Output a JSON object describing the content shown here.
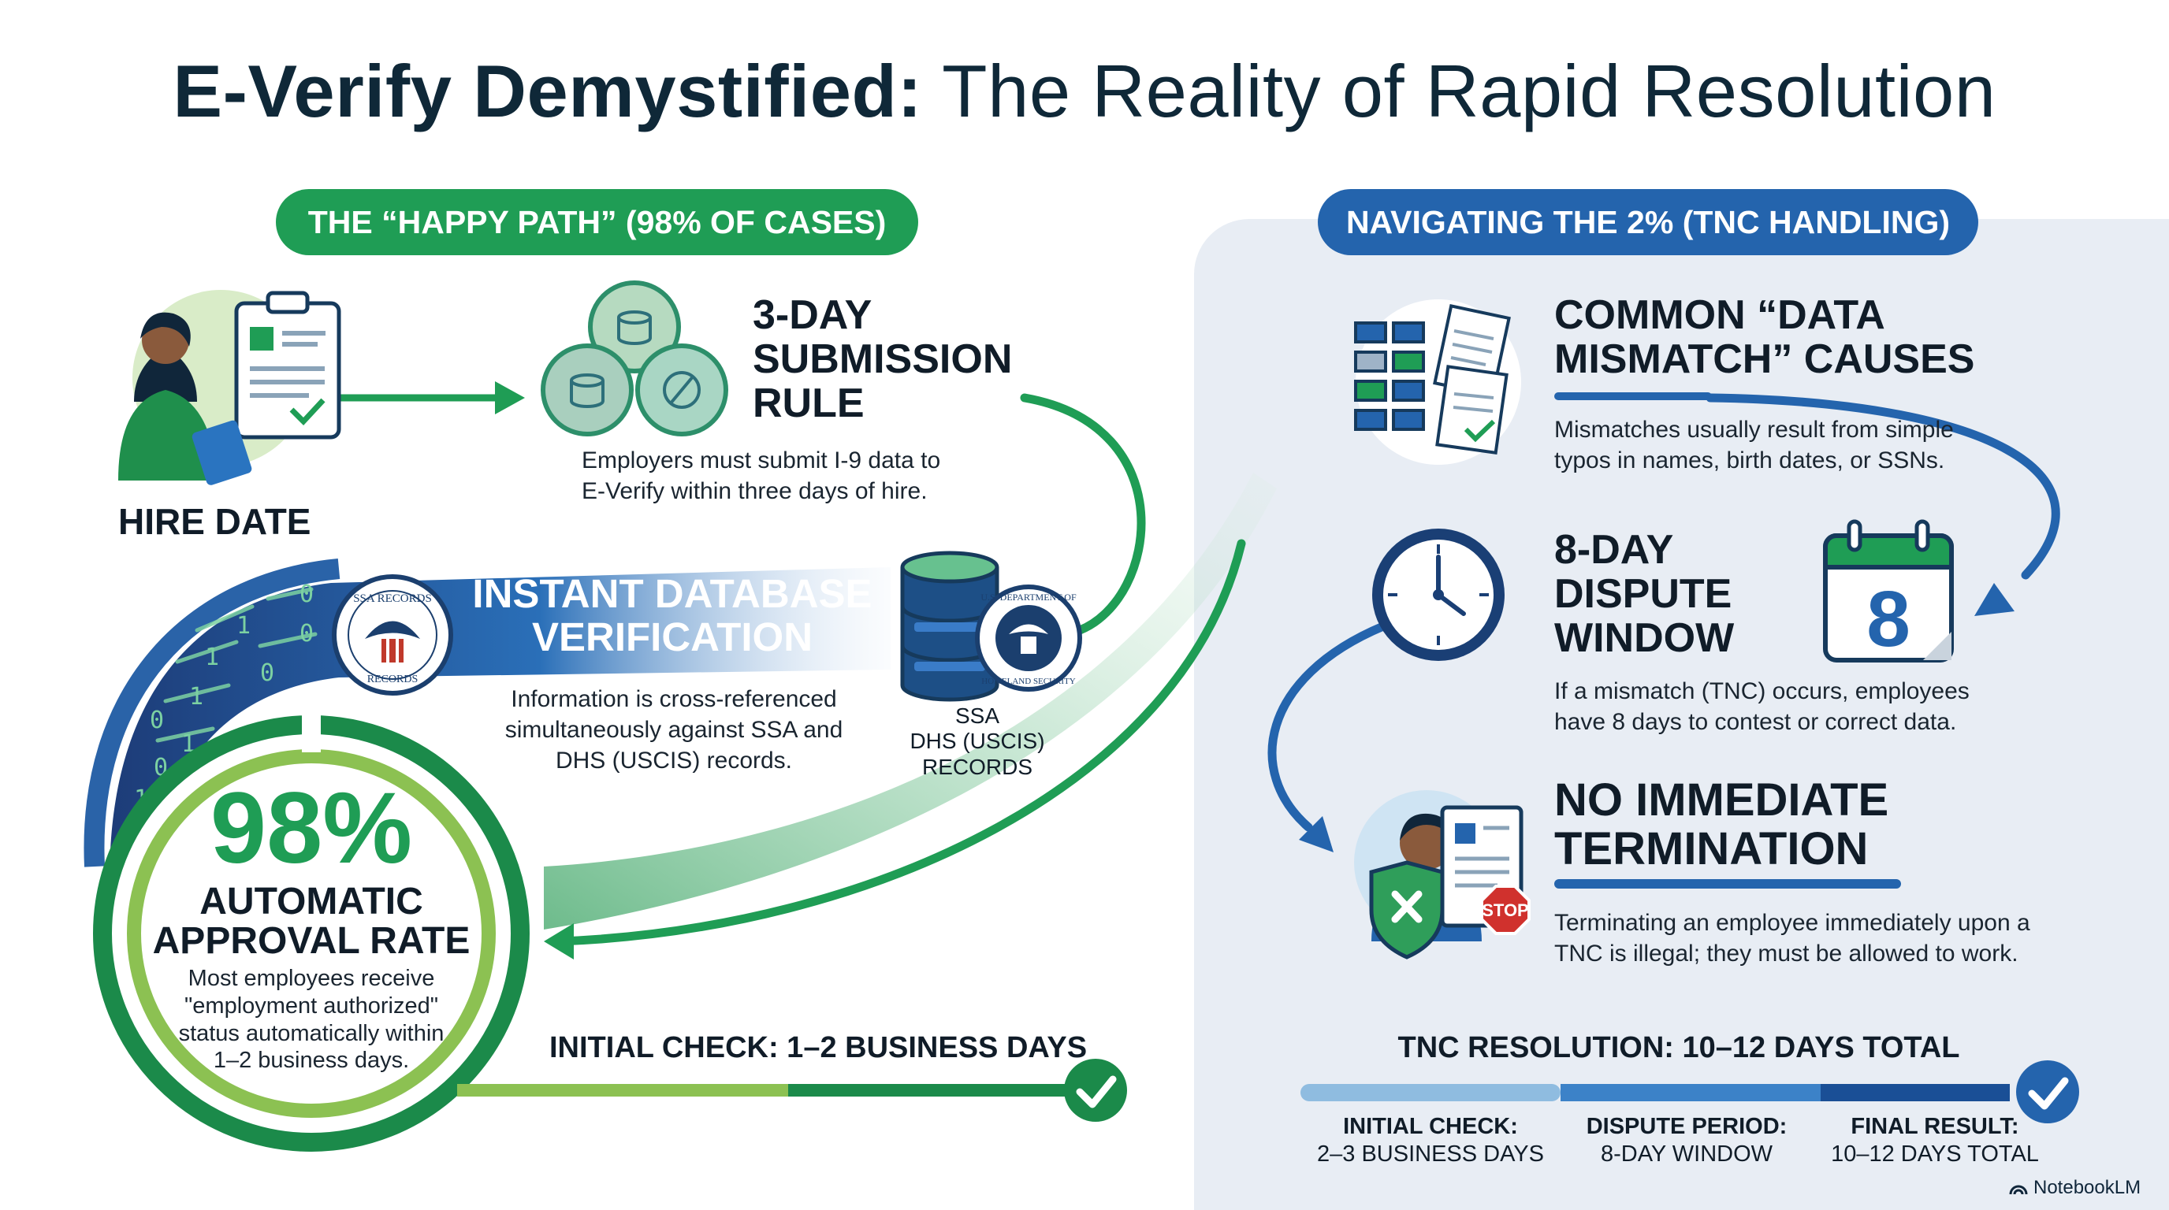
{
  "title": {
    "bold": "E-Verify Demystified:",
    "rest": "The Reality of Rapid Resolution"
  },
  "left": {
    "pill": "THE “HAPPY PATH” (98% OF CASES)",
    "hire_date": "HIRE DATE",
    "submission": {
      "heading_line1": "3-DAY",
      "heading_line2": "SUBMISSION",
      "heading_line3": "RULE",
      "body_line1": "Employers must submit I-9 data to",
      "body_line2": "E-Verify within three days of hire."
    },
    "database": {
      "heading_line1": "INSTANT DATABASE",
      "heading_line2": "VERIFICATION",
      "body_line1": "Information is cross-referenced",
      "body_line2": "simultaneously against SSA and",
      "body_line3": "DHS (USCIS) records.",
      "ssa_seal_top": "SSA RECORDS",
      "ssa_seal_bottom": "RECORDS",
      "dhs_seal_top": "U.S. DEPARTMENT OF",
      "dhs_seal_bottom": "HOMELAND SECURITY",
      "records_line1": "SSA",
      "records_line2": "DHS (USCIS)",
      "records_line3": "RECORDS",
      "binary": [
        "0",
        "1",
        "0",
        "1",
        "0",
        "1",
        "0",
        "1",
        "0",
        "1",
        "0"
      ]
    },
    "approval": {
      "percent": "98%",
      "heading_line1": "AUTOMATIC",
      "heading_line2": "APPROVAL RATE",
      "body_line1": "Most employees receive",
      "body_line2": "\"employment authorized\"",
      "body_line3": "status automatically within",
      "body_line4": "1–2 business days."
    },
    "initial_check": "INITIAL CHECK: 1–2 BUSINESS DAYS"
  },
  "right": {
    "pill": "NAVIGATING THE 2% (TNC HANDLING)",
    "mismatch": {
      "heading_line1": "COMMON “DATA",
      "heading_line2": "MISMATCH” CAUSES",
      "body_line1": "Mismatches usually result from simple",
      "body_line2": "typos in names, birth dates, or SSNs."
    },
    "dispute": {
      "heading_line1": "8-DAY",
      "heading_line2": "DISPUTE",
      "heading_line3": "WINDOW",
      "calendar_number": "8",
      "body_line1": "If a mismatch (TNC) occurs, employees",
      "body_line2": "have 8 days to contest or correct data."
    },
    "termination": {
      "heading_line1": "NO IMMEDIATE",
      "heading_line2": "TERMINATION",
      "stop_sign": "STOP",
      "body_line1": "Terminating an employee immediately upon a",
      "body_line2": "TNC is illegal; they must be allowed to work."
    },
    "timeline": {
      "title": "TNC RESOLUTION: 10–12 DAYS TOTAL",
      "stages": [
        {
          "line1": "INITIAL CHECK:",
          "line2": "2–3 BUSINESS DAYS"
        },
        {
          "line1": "DISPUTE PERIOD:",
          "line2": "8-DAY WINDOW"
        },
        {
          "line1": "FINAL RESULT:",
          "line2": "10–12 DAYS TOTAL"
        }
      ]
    }
  },
  "branding": {
    "logo": "NotebookLM"
  },
  "colors": {
    "green": "#1f9d55",
    "dark_green": "#1b7f45",
    "light_green": "#8cc152",
    "blue": "#2464ad",
    "navy": "#1a3f75",
    "light_blue": "#8fbce0",
    "panel": "#e8edf4"
  }
}
